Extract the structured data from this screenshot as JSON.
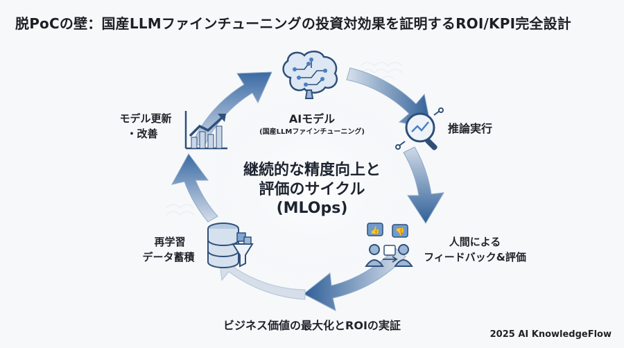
{
  "title": "脱PoCの壁：国産LLMファインチューニングの投資対効果を証明するROI/KPI完全設計",
  "center": {
    "line1": "継続的な精度向上と",
    "line2": "評価のサイクル",
    "line3": "(MLOps)"
  },
  "nodes": {
    "ai_model": {
      "label": "AIモデル",
      "sublabel": "(国産LLMファインチューニング)",
      "icon": "brain-circuit-icon"
    },
    "inference": {
      "label": "推論実行",
      "icon": "magnifier-graph-icon"
    },
    "feedback": {
      "line1": "人間による",
      "line2": "フィードバック&評価",
      "icon": "people-feedback-icon"
    },
    "data": {
      "line1": "再学習",
      "line2": "データ蓄積",
      "icon": "database-funnel-icon"
    },
    "update": {
      "line1": "モデル更新",
      "line2": "・改善",
      "icon": "growth-chart-icon"
    }
  },
  "bottom_caption": "ビジネス価値の最大化とROIの実証",
  "footer": "2025 AI KnowledgeFlow",
  "colors": {
    "arrow_dark": "#2e5c95",
    "arrow_light": "#d6dfea",
    "icon_stroke": "#2f4f78",
    "icon_fill": "#7fa6d2",
    "glow": "#bfe1ff"
  }
}
